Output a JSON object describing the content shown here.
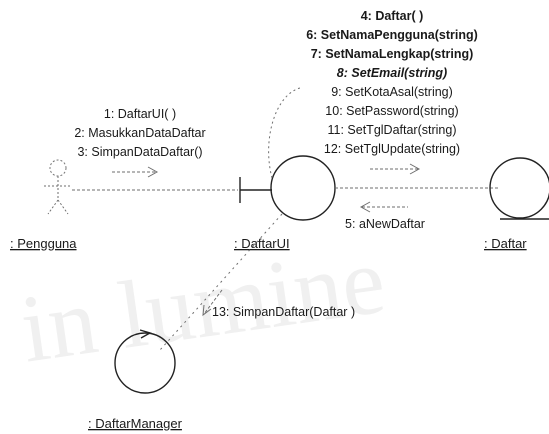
{
  "actors": {
    "pengguna": ": Pengguna"
  },
  "objects": {
    "daftar_ui": ": DaftarUI",
    "daftar": ": Daftar",
    "daftar_manager": ": DaftarManager"
  },
  "messages": {
    "pengguna_to_ui": [
      "1: DaftarUI( )",
      "2: MasukkanDataDaftar",
      "3: SimpanDataDaftar()"
    ],
    "ui_to_daftar": [
      "4: Daftar( )",
      "6: SetNamaPengguna(string)",
      "7: SetNamaLengkap(string)",
      "8: SetEmail(string)",
      "9: SetKotaAsal(string)",
      "10: SetPassword(string)",
      "11: SetTglDaftar(string)",
      "12: SetTglUpdate(string)"
    ],
    "daftar_to_ui": "5: aNewDaftar",
    "ui_to_manager": "13: SimpanDaftar(Daftar )"
  },
  "watermark": "in lumine"
}
